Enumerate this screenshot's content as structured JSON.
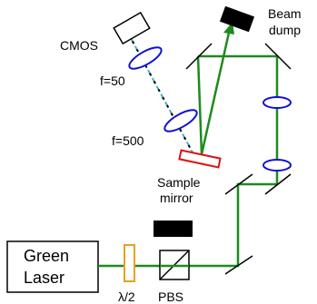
{
  "labels": {
    "laser_line1": "Green",
    "laser_line2": "Laser",
    "half_wave_plate": "λ/2",
    "pbs": "PBS",
    "cmos": "CMOS",
    "beam_dump_line1": "Beam",
    "beam_dump_line2": "dump",
    "lens_f50": "f=50",
    "lens_f500": "f=500",
    "sample_mirror_line1": "Sample",
    "sample_mirror_line2": "mirror"
  },
  "colors": {
    "beam": "#1e8a1e",
    "lens": "#1010d0",
    "sample_mirror": "#e01010",
    "waveplate": "#e8a020",
    "imaging_path": "#3cb8c8"
  }
}
